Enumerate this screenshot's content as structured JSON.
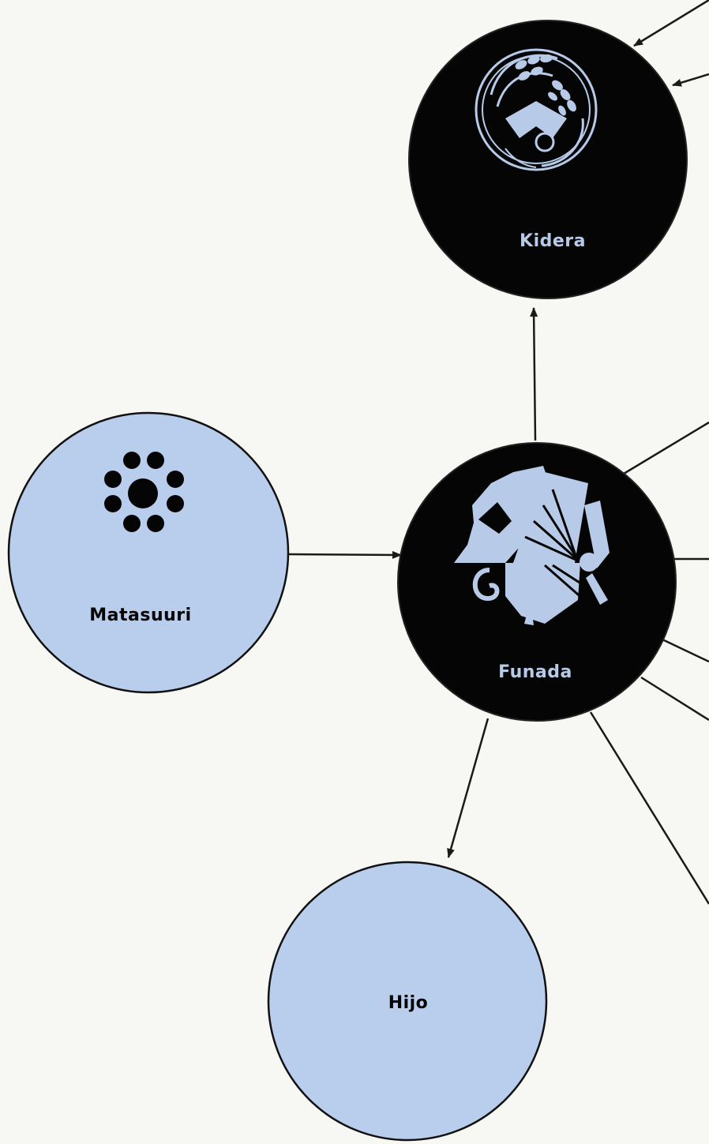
{
  "colors": {
    "dark_node_fill": "#050505",
    "light_node_fill": "#b9cdec",
    "emblem_color": "#b7cbe9",
    "edge_color": "#1a1a1a",
    "background": "#f7f7f3"
  },
  "nodes": {
    "kidera": {
      "label": "Kidera",
      "style": "dark",
      "emblem": "rice-sheaf-crest-icon"
    },
    "funada": {
      "label": "Funada",
      "style": "dark",
      "emblem": "folding-fan-crest-icon"
    },
    "matasuuri": {
      "label": "Matasuuri",
      "style": "light",
      "emblem": "nine-dots-crest-icon"
    },
    "hijo": {
      "label": "Hijo",
      "style": "light",
      "emblem": ""
    }
  },
  "edges": [
    {
      "from": "funada",
      "to": "kidera",
      "arrow": true
    },
    {
      "from": "matasuuri",
      "to": "funada",
      "arrow": true
    },
    {
      "from": "funada",
      "to": "hijo",
      "arrow": true
    },
    {
      "from": "offscreen-right",
      "to": "kidera",
      "arrow": true
    },
    {
      "from": "offscreen-right",
      "to": "kidera",
      "arrow": true
    },
    {
      "from": "funada",
      "to": "offscreen-right",
      "arrow": false
    },
    {
      "from": "funada",
      "to": "offscreen-right",
      "arrow": false
    },
    {
      "from": "funada",
      "to": "offscreen-right",
      "arrow": false
    },
    {
      "from": "funada",
      "to": "offscreen-right",
      "arrow": false
    },
    {
      "from": "funada",
      "to": "offscreen-right",
      "arrow": false
    }
  ]
}
